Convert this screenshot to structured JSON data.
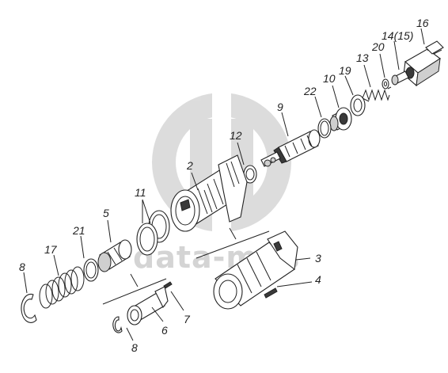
{
  "watermark": {
    "text": "data-m   .s"
  },
  "labels": [
    {
      "id": "16",
      "text": "16"
    },
    {
      "id": "14-15",
      "text": "14(15)"
    },
    {
      "id": "20",
      "text": "20"
    },
    {
      "id": "13",
      "text": "13"
    },
    {
      "id": "19",
      "text": "19"
    },
    {
      "id": "10",
      "text": "10"
    },
    {
      "id": "22",
      "text": "22"
    },
    {
      "id": "9",
      "text": "9"
    },
    {
      "id": "12",
      "text": "12"
    },
    {
      "id": "2",
      "text": "2"
    },
    {
      "id": "11",
      "text": "11"
    },
    {
      "id": "5",
      "text": "5"
    },
    {
      "id": "21",
      "text": "21"
    },
    {
      "id": "17",
      "text": "17"
    },
    {
      "id": "8a",
      "text": "8"
    },
    {
      "id": "3",
      "text": "3"
    },
    {
      "id": "4",
      "text": "4"
    },
    {
      "id": "7",
      "text": "7"
    },
    {
      "id": "6",
      "text": "6"
    },
    {
      "id": "8b",
      "text": "8"
    }
  ]
}
